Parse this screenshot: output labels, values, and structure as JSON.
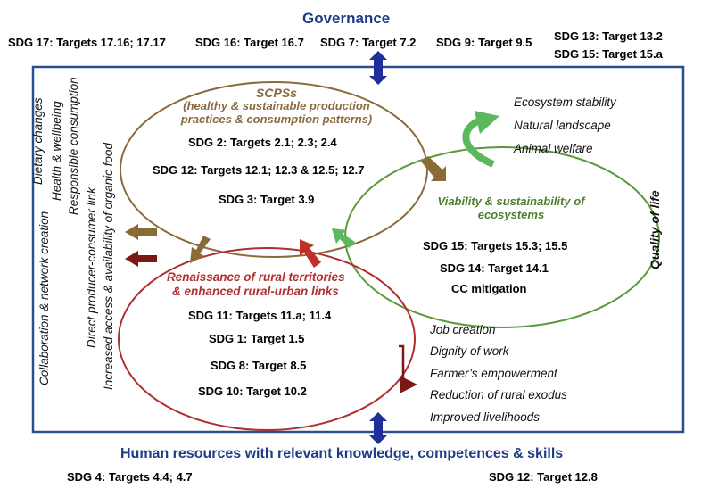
{
  "governance": {
    "title": "Governance",
    "targets": [
      "SDG 17: Targets 17.16; 17.17",
      "SDG 16: Target 16.7",
      "SDG 7: Target 7.2",
      "SDG 9: Target 9.5",
      "SDG 13: Target 13.2",
      "SDG 15: Target 15.a"
    ]
  },
  "human_resources": {
    "title": "Human resources with relevant knowledge, competences & skills",
    "targets": [
      "SDG 4: Targets 4.4; 4.7",
      "SDG 12: Target 12.8"
    ]
  },
  "left_vertical": {
    "consumption": [
      "Dietary changes",
      "Health & wellbeing",
      "Responsible consumption"
    ],
    "linkages": [
      "Collaboration & network creation",
      "Direct producer-consumer link",
      "Increased access & availability of organic food"
    ]
  },
  "scpss": {
    "title": "SCPSs",
    "subtitle_1": "(healthy & sustainable production",
    "subtitle_2": "practices & consumption patterns)",
    "targets": [
      "SDG 2: Targets 2.1; 2.3; 2.4",
      "SDG 12: Targets 12.1; 12.3 & 12.5; 12.7",
      "SDG 3: Target 3.9"
    ]
  },
  "ecosystems": {
    "title_1": "Viability  & sustainability  of",
    "title_2": "ecosystems",
    "targets": [
      "SDG 15: Targets 15.3; 15.5",
      "SDG 14: Target 14.1",
      "CC mitigation"
    ]
  },
  "rural": {
    "title_1": "Renaissance of rural territories",
    "title_2": "& enhanced rural-urban links",
    "targets": [
      "SDG 11: Targets 11.a; 11.4",
      "SDG 1: Target 1.5",
      "SDG 8: Target 8.5",
      "SDG 10: Target 10.2"
    ]
  },
  "ecosystem_outcomes": [
    "Ecosystem stability",
    "Natural landscape",
    "Animal welfare"
  ],
  "social_outcomes": [
    "Job creation",
    "Dignity of work",
    "Farmer’s empowerment",
    "Reduction of rural exodus",
    "Improved livelihoods"
  ],
  "quality_of_life": "Quality of life",
  "colors": {
    "title_blue": "#1f3c88",
    "frame_blue": "#2a4f8f",
    "arrow_blue": "#1f2e99",
    "scpss_brown": "#8b6a3e",
    "arrow_brown": "#8a6a35",
    "eco_green": "#5b9a3c",
    "arrow_green": "#5cb85c",
    "rural_red": "#b03030",
    "arrow_darkred": "#7b1a14"
  }
}
